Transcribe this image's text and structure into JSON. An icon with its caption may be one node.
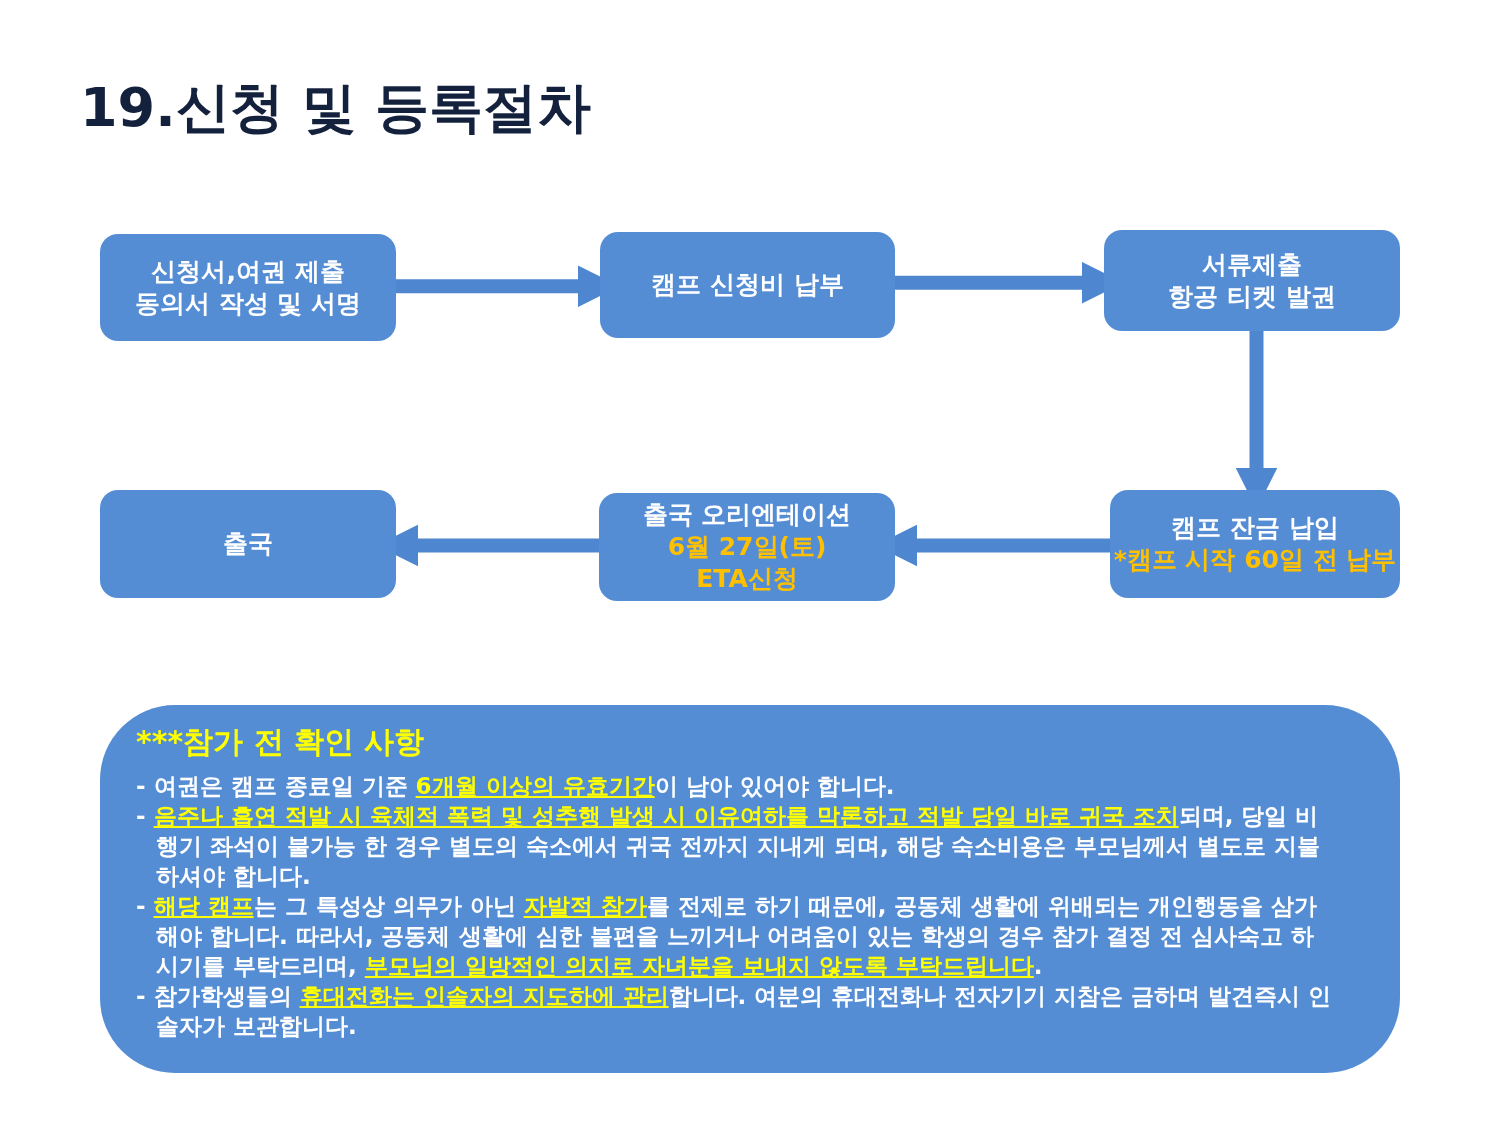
{
  "diagram": {
    "title": "19.신청 및 등록절차",
    "nodes": [
      {
        "text": [
          "신청서,여권 제출",
          "동의서 작성 및 서명"
        ]
      },
      {
        "text": [
          "캠프 신청비 납부"
        ]
      },
      {
        "text": [
          "서류제출",
          "항공 티켓 발권"
        ]
      },
      {
        "text": [
          "캠프 잔금 납입",
          "*캠프 시작 60일 전 납부"
        ]
      },
      {
        "text": [
          "출국 오리엔테이션",
          "6월 27일(토)",
          "ETA신청"
        ]
      },
      {
        "text": [
          "출국"
        ]
      },
      {
        "text": [
          "***참가 전 확인 사항",
          "- 여권은 캠프 종료일 기준 **6개월 이상의 유효기간**이 남아 있어야 합니다.",
          "- **음주나 흡연 적발 시 육체적 폭력 및 성추행 발생 시 이유여하를 막론하고 적발 당일 바로 귀국 조치**되며, 당일 비행기 좌석이 불가능 한 경우 별도의 숙소에서 귀국 전까지 지내게 되며, 해당 숙소비용은 부모님께서 별도로 지불하셔야 합니다.",
          "- **해당 캠프**는 그 특성상 의무가 아닌 **자발적 참가**를 전제로 하기 때문에, 공동체 생활에 위배되는 개인행동을 삼가해야 합니다. 따라서, 공동체 생활에 심한 불편을 느끼거나 어려움이 있는 학생의 경우 참가 결정 전 심사숙고 하시기를 부탁드리며, **부모님의 일방적인 의지로 자녀분을 보내지 않도록 부탁드립니다**.",
          "- 참가학생들의 **휴대전화는 인솔자의 지도하에 관리**합니다. 여분의 휴대전화나 전자기기 지참은 금하며 발견즉시 인솔자가 보관합니다."
        ]
      }
    ],
    "edges": [
      {
        "from": 0,
        "to": 1,
        "arrow": "to"
      },
      {
        "from": 1,
        "to": 2,
        "arrow": "to"
      },
      {
        "from": 2,
        "to": 3,
        "arrow": "to"
      },
      {
        "from": 3,
        "to": 4,
        "arrow": "to"
      },
      {
        "from": 4,
        "to": 5,
        "arrow": "to"
      }
    ]
  }
}
